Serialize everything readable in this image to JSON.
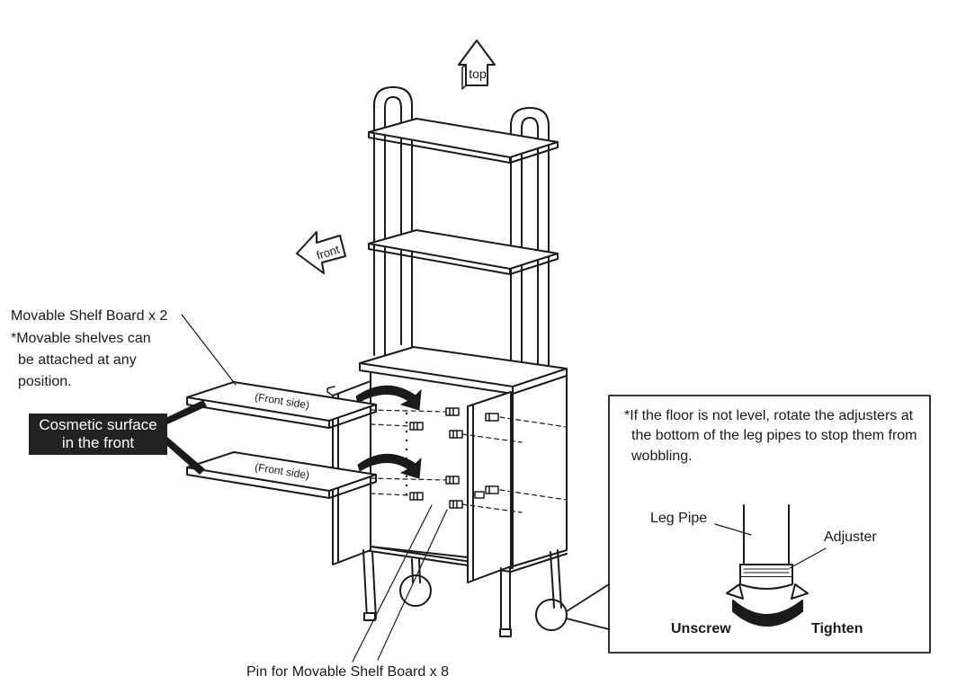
{
  "labels": {
    "movable_shelf": "Movable Shelf Board x 2",
    "shelf_note_1": "*Movable shelves can",
    "shelf_note_2": "be attached at any",
    "shelf_note_3": "position.",
    "cosmetic_1": "Cosmetic surface",
    "cosmetic_2": "in the front",
    "front_side": "(Front side)",
    "top_arrow": "top",
    "front_arrow": "front",
    "pin": "Pin for Movable Shelf Board x 8"
  },
  "callout": {
    "note_line1": "*If the floor is not level, rotate the adjusters at",
    "note_line2": "the bottom of the leg pipes to stop them from",
    "note_line3": "wobbling.",
    "leg_pipe": "Leg Pipe",
    "adjuster": "Adjuster",
    "unscrew": "Unscrew",
    "tighten": "Tighten"
  }
}
